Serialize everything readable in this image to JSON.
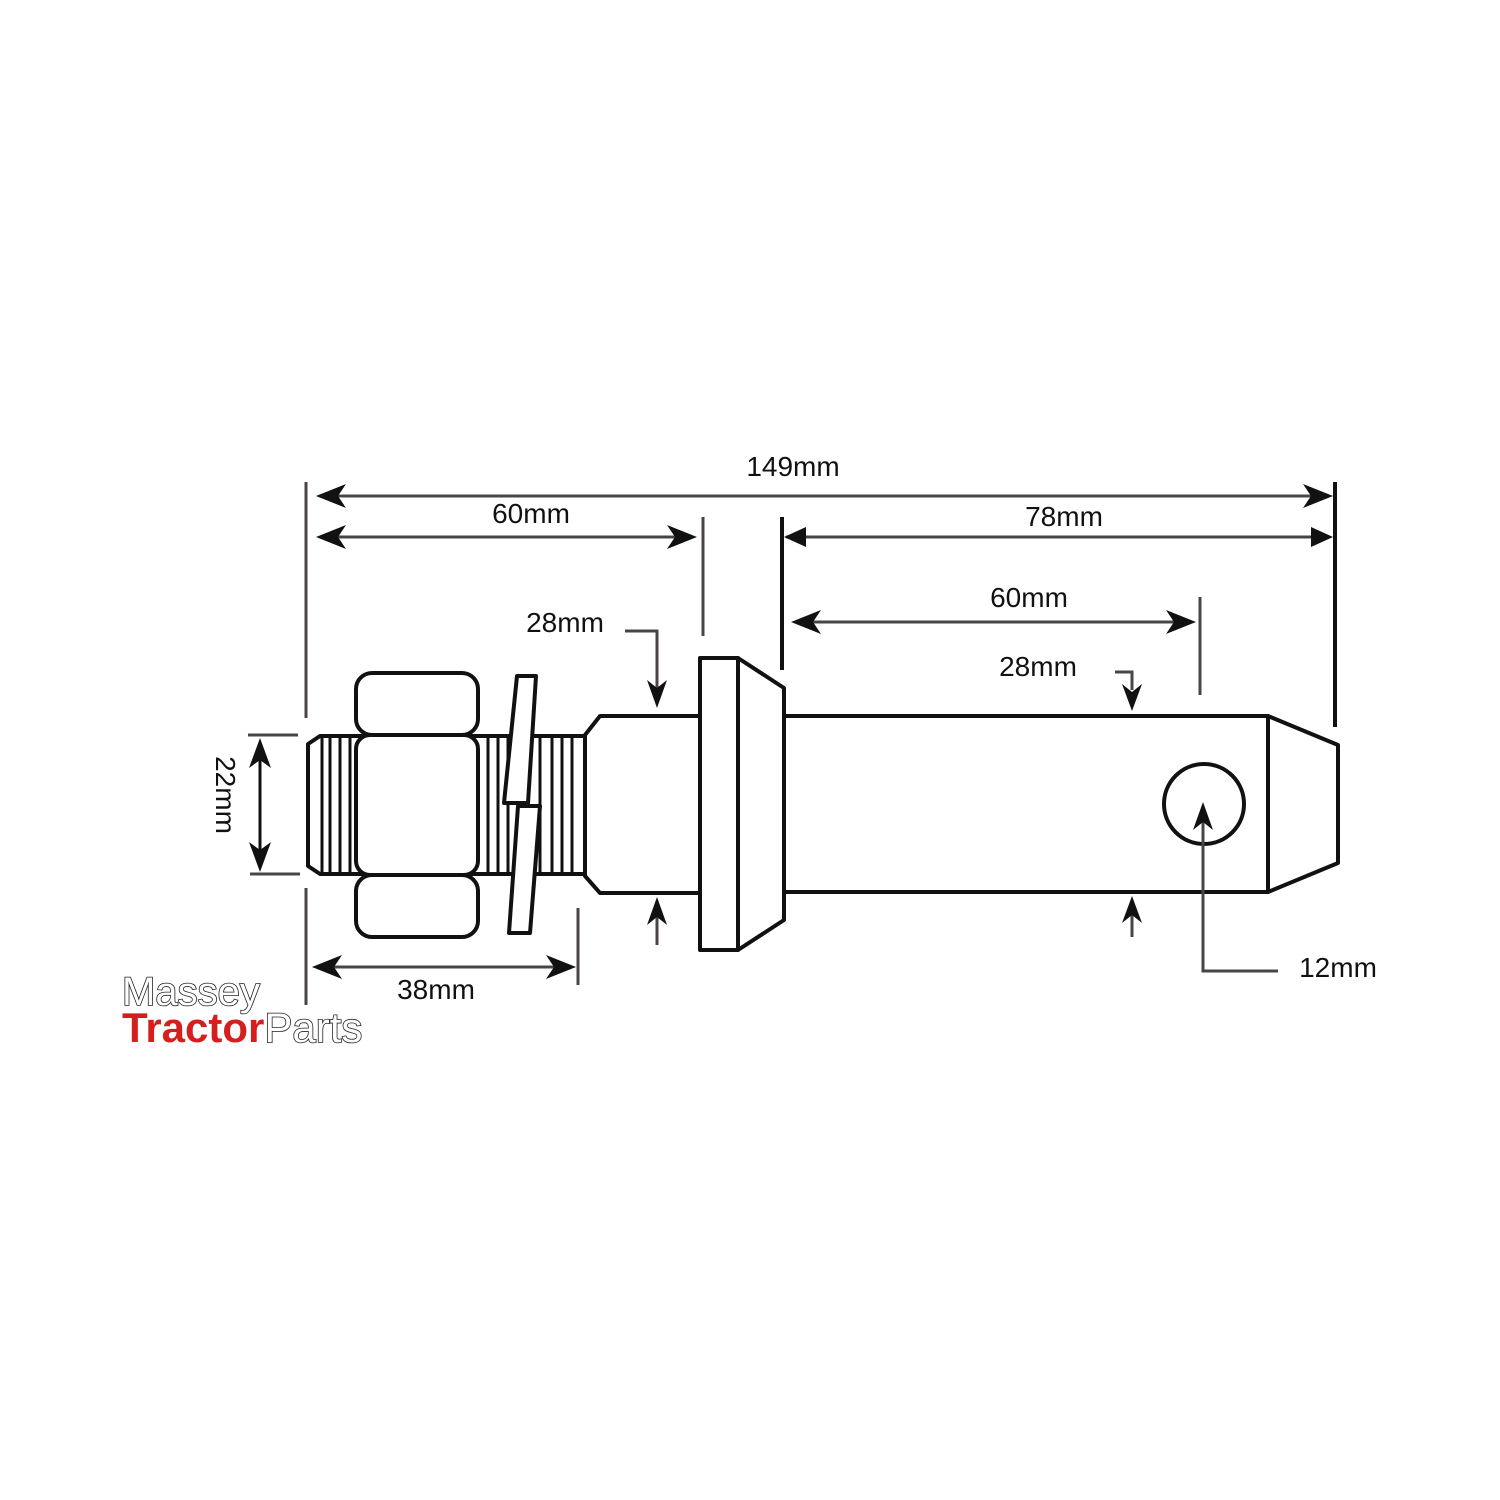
{
  "diagram": {
    "subject": "Top link pin with nut and lock washer",
    "dimensions": {
      "overall_length": "149mm",
      "threaded_section_length": "60mm",
      "pin_length": "78mm",
      "hole_position": "60mm",
      "shank_diameter_left": "28mm",
      "shank_diameter_right": "28mm",
      "thread_diameter": "22mm",
      "thread_length": "38mm",
      "hole_diameter": "12mm"
    }
  },
  "logo": {
    "line1": "Massey",
    "line2_bold": "Tractor",
    "line2_regular": "Parts",
    "colors": {
      "red": "#d61e1e",
      "outline": "#222222"
    }
  }
}
